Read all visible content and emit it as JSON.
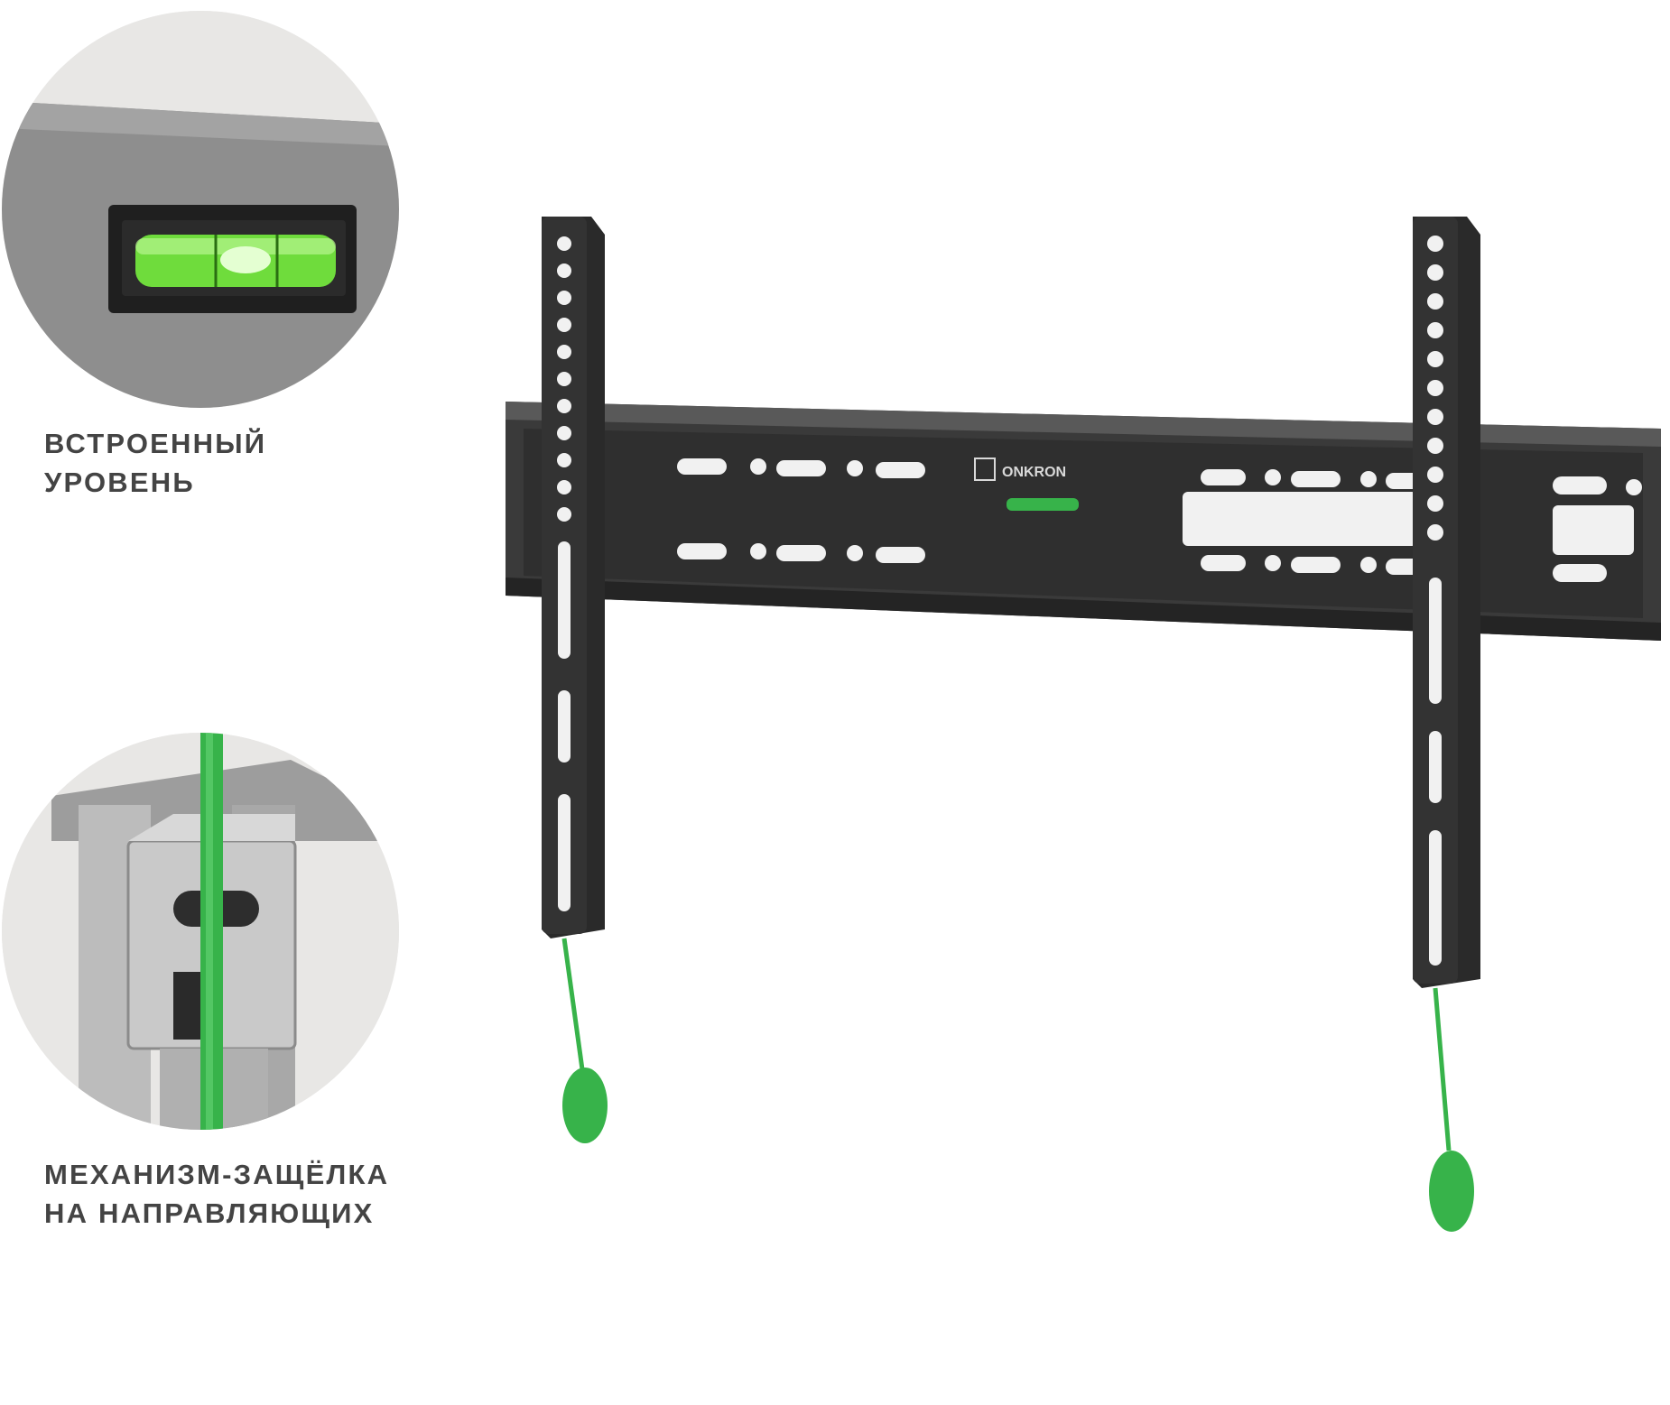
{
  "features": [
    {
      "line1": "ВСТРОЕННЫЙ",
      "line2": "УРОВЕНЬ",
      "icon": "bubble-level"
    },
    {
      "line1": "МЕХАНИЗМ-ЗАЩЁЛКА",
      "line2": "НА НАПРАВЛЯЮЩИХ",
      "icon": "latch-mechanism"
    }
  ],
  "product": {
    "brand": "ONKRON",
    "accent_color": "#37b34a",
    "metal_color": "#2d2d2d"
  }
}
